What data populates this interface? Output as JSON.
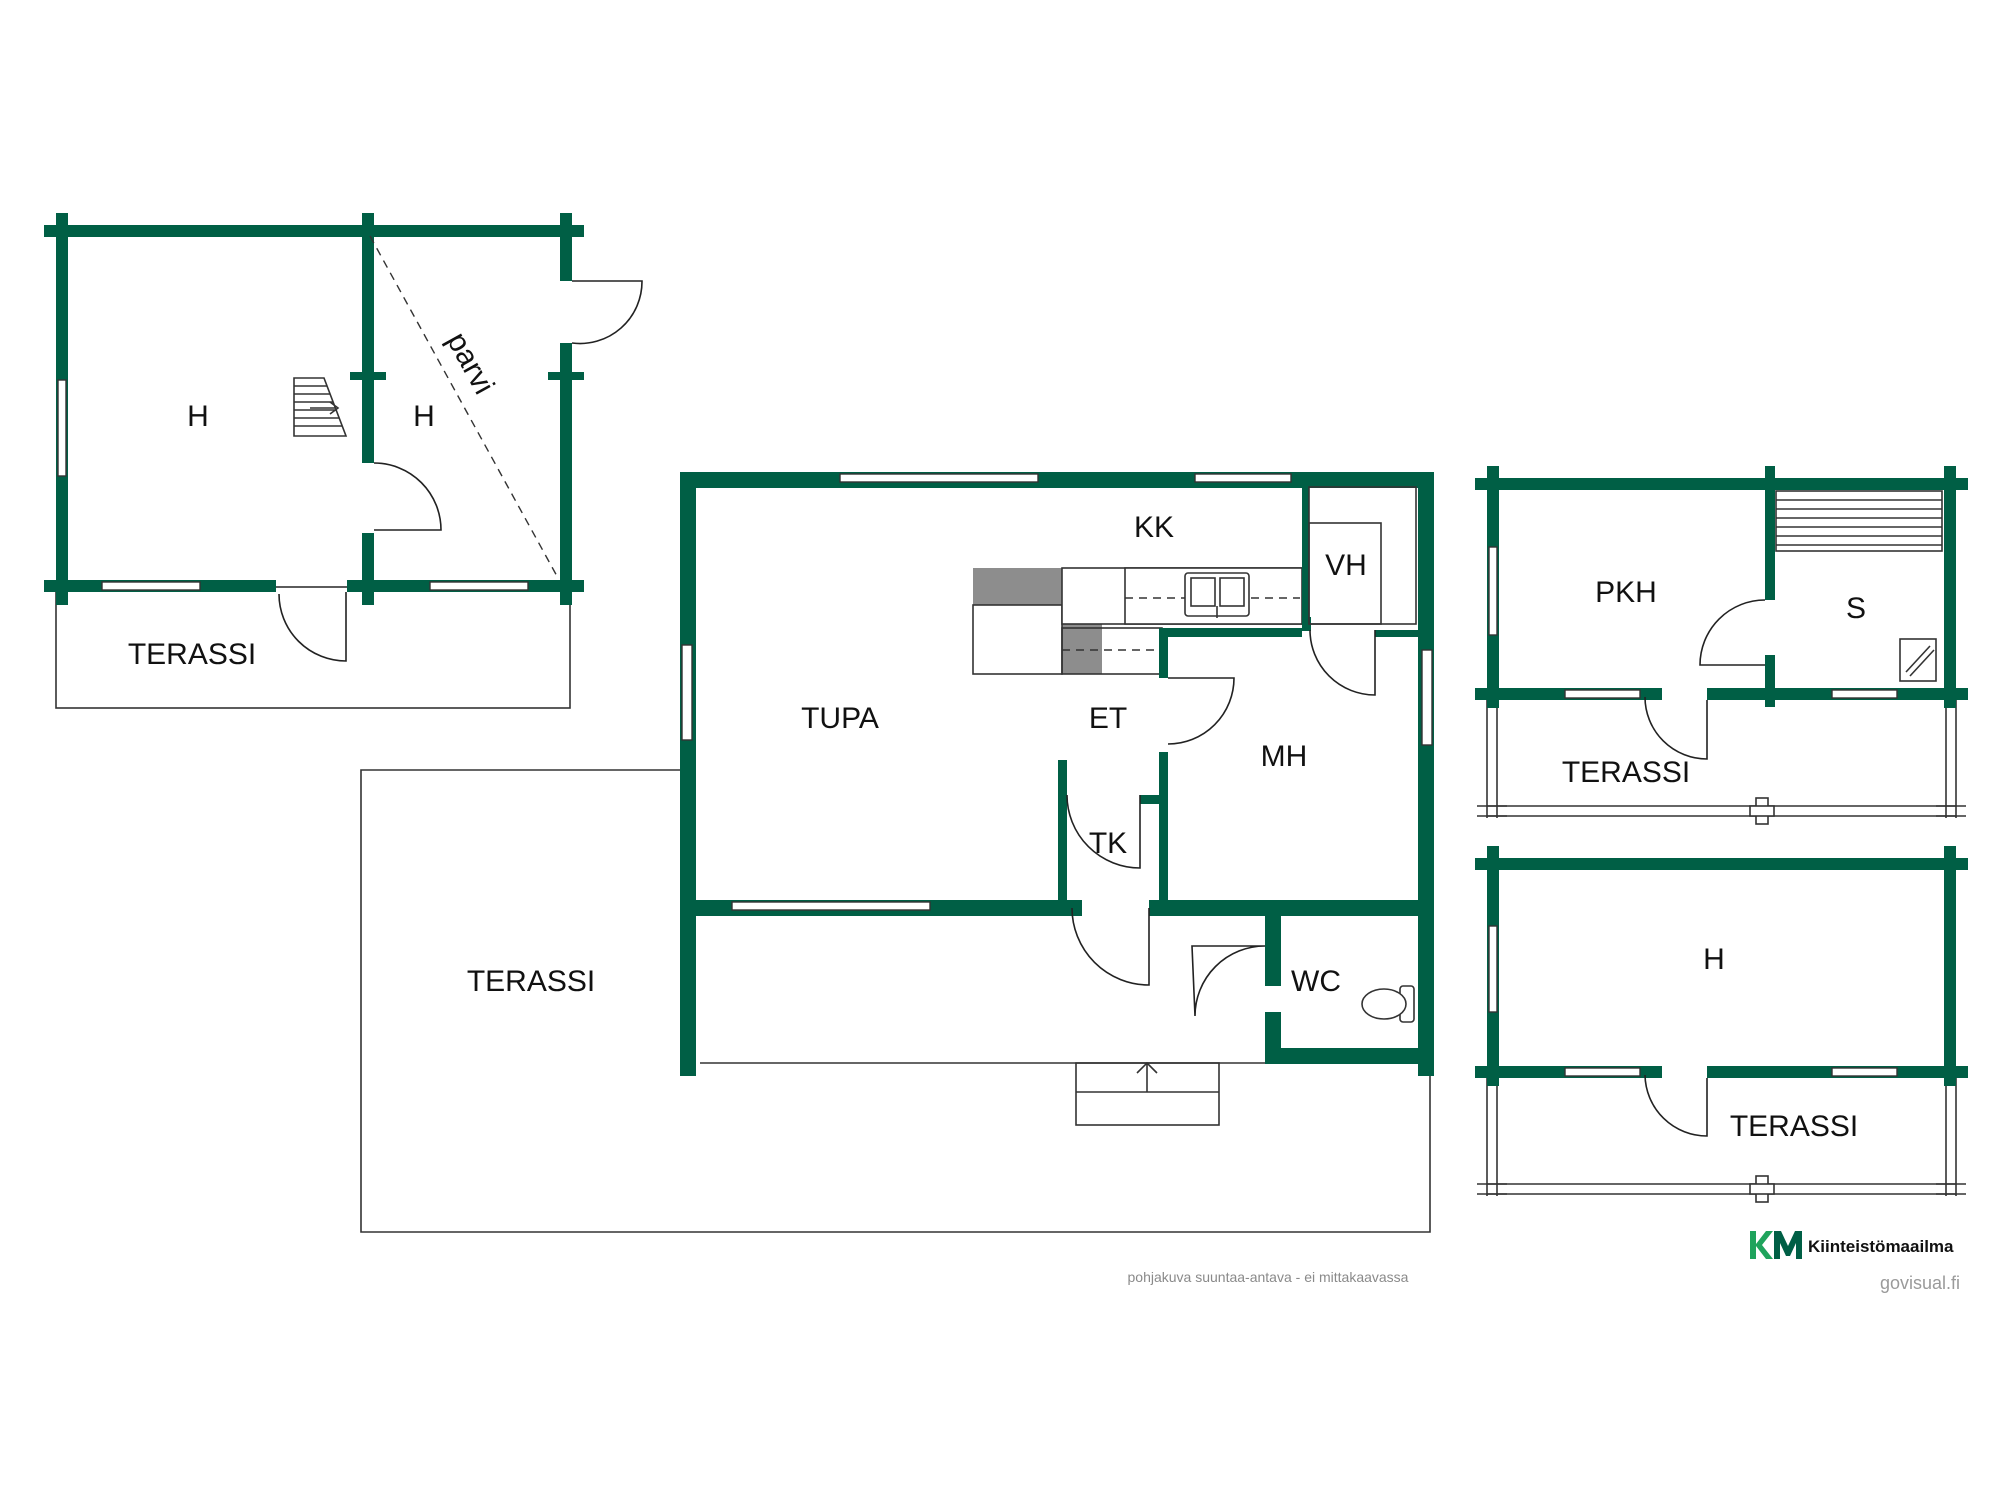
{
  "plan": {
    "labels": {
      "a_h1": "H",
      "a_h2": "H",
      "a_parvi": "parvi",
      "a_terassi": "TERASSI",
      "kk": "KK",
      "vh": "VH",
      "tupa": "TUPA",
      "et": "ET",
      "mh": "MH",
      "tk": "TK",
      "wc": "WC",
      "terassi_main": "TERASSI",
      "pkh": "PKH",
      "s": "S",
      "c_terassi": "TERASSI",
      "d_h": "H",
      "d_terassi": "TERASSI"
    },
    "wall_color": "#005f45"
  },
  "footer": {
    "disclaimer": "pohjakuva suuntaa-antava - ei mittakaavassa",
    "brand_mark": "KM",
    "brand_name": "Kiinteistömaailma",
    "credit": "govisual.fi"
  }
}
